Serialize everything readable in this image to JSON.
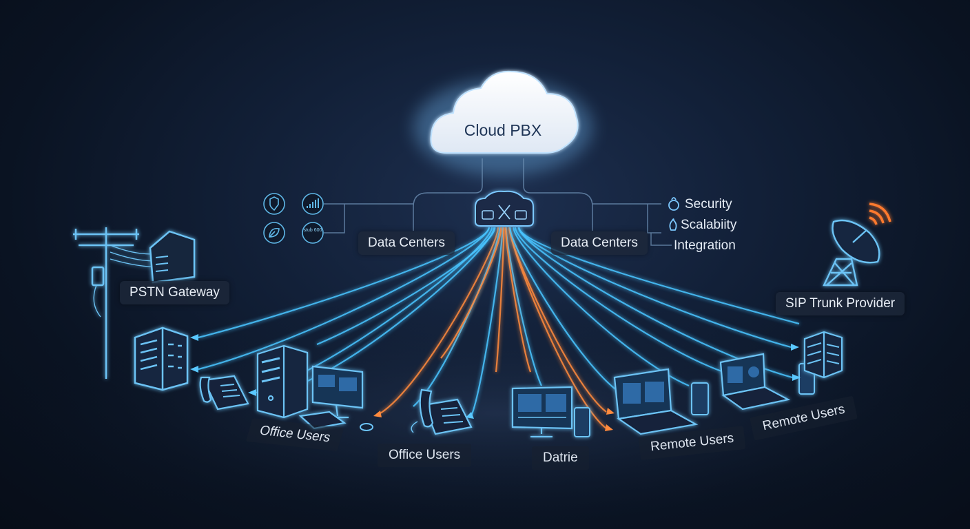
{
  "cloud": {
    "label": "Cloud PBX"
  },
  "hubs": {
    "left": "Data Centers",
    "right": "Data Centers"
  },
  "gateways": {
    "pstn": "PSTN Gateway",
    "sip": "SIP Trunk Provider"
  },
  "features": [
    {
      "label": "Security",
      "icon": "lock-icon"
    },
    {
      "label": "Scalabiity",
      "icon": "scale-icon"
    },
    {
      "label": "Integration",
      "icon": ""
    }
  ],
  "mini_icons": [
    "shield-icon",
    "signal-bars-icon",
    "leaf-icon",
    "metrics-icon"
  ],
  "mini_icon_text": "stub 600",
  "endpoints": [
    {
      "label": "Office Users"
    },
    {
      "label": "Office Users"
    },
    {
      "label": "Datrie"
    },
    {
      "label": "Remote Users"
    },
    {
      "label": "Remote Users"
    }
  ],
  "colors": {
    "cyan": "#49c4ff",
    "orange": "#ff8a3d",
    "cloud": "#eef3fa"
  }
}
